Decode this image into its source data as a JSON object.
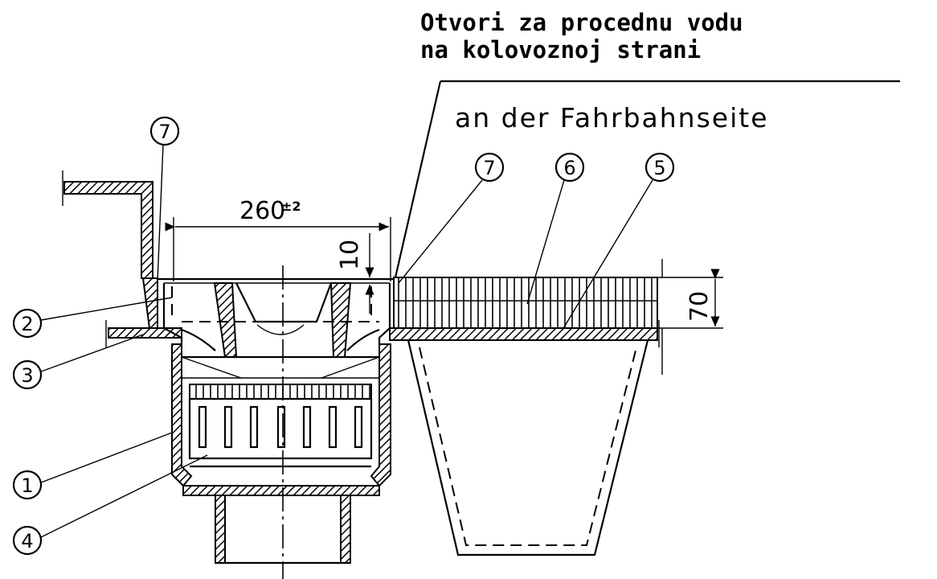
{
  "title": {
    "line1": "Otvori za procednu vodu",
    "line2": "na kolovoznoj strani"
  },
  "subtitle": "an der Fahrbahnseite",
  "dimensions": {
    "width": "260",
    "width_tol": "±2",
    "top_offset": "10",
    "height": "70"
  },
  "callouts": [
    "1",
    "2",
    "3",
    "4",
    "5",
    "6",
    "7"
  ]
}
